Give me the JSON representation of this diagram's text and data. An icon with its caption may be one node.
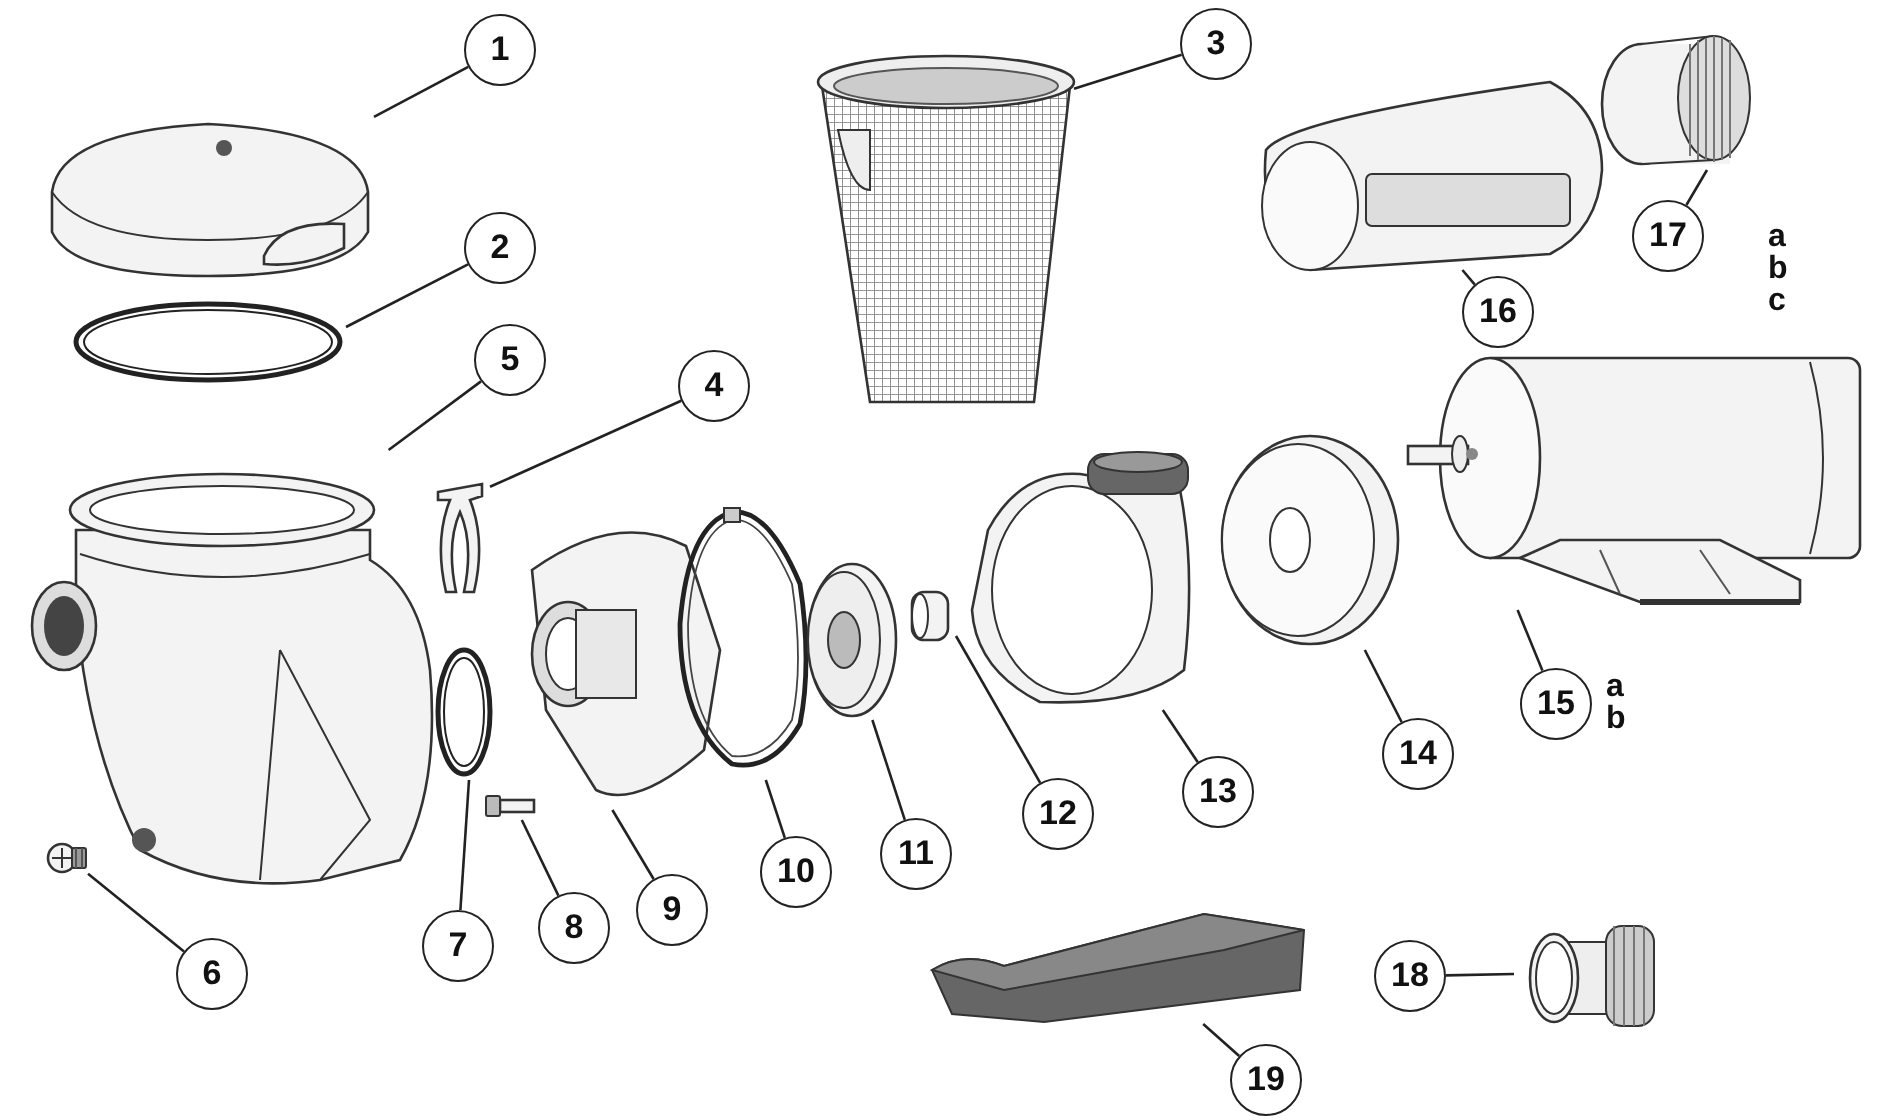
{
  "diagram": {
    "nodes": [
      {
        "text": [
          "1"
        ]
      },
      {
        "text": [
          "2"
        ]
      },
      {
        "text": [
          "3"
        ]
      },
      {
        "text": [
          "4"
        ]
      },
      {
        "text": [
          "5"
        ]
      },
      {
        "text": [
          "6"
        ]
      },
      {
        "text": [
          "7"
        ]
      },
      {
        "text": [
          "8"
        ]
      },
      {
        "text": [
          "9"
        ]
      },
      {
        "text": [
          "10"
        ]
      },
      {
        "text": [
          "11"
        ]
      },
      {
        "text": [
          "12"
        ]
      },
      {
        "text": [
          "13"
        ]
      },
      {
        "text": [
          "14"
        ]
      },
      {
        "text": [
          "15"
        ],
        "beside": [
          "a",
          "b"
        ]
      },
      {
        "text": [
          "16"
        ]
      },
      {
        "text": [
          "17"
        ],
        "beside": [
          "a",
          "b",
          "c"
        ]
      },
      {
        "text": [
          "18"
        ]
      },
      {
        "text": [
          "19"
        ]
      },
      {
        "text": [],
        "shape": "picture"
      },
      {
        "text": [],
        "shape": "picture"
      },
      {
        "text": [],
        "shape": "picture"
      },
      {
        "text": [],
        "shape": "picture"
      },
      {
        "text": [],
        "shape": "picture"
      },
      {
        "text": [],
        "shape": "picture"
      },
      {
        "text": [],
        "shape": "picture"
      },
      {
        "text": [],
        "shape": "picture"
      },
      {
        "text": [],
        "shape": "picture"
      },
      {
        "text": [],
        "shape": "picture"
      },
      {
        "text": [],
        "shape": "picture"
      },
      {
        "text": [],
        "shape": "picture"
      },
      {
        "text": [],
        "shape": "picture"
      },
      {
        "text": [],
        "shape": "picture"
      },
      {
        "text": [],
        "shape": "picture"
      },
      {
        "text": [],
        "shape": "picture"
      },
      {
        "text": [],
        "shape": "picture"
      },
      {
        "text": [],
        "shape": "picture"
      },
      {
        "text": [],
        "shape": "picture"
      }
    ],
    "edges": [
      {
        "from": 0,
        "to": 19,
        "arrow": "none"
      },
      {
        "from": 1,
        "to": 20,
        "arrow": "none"
      },
      {
        "from": 2,
        "to": 21,
        "arrow": "none"
      },
      {
        "from": 3,
        "to": 22,
        "arrow": "none"
      },
      {
        "from": 4,
        "to": 23,
        "arrow": "none"
      },
      {
        "from": 5,
        "to": 24,
        "arrow": "none"
      },
      {
        "from": 6,
        "to": 25,
        "arrow": "none"
      },
      {
        "from": 7,
        "to": 26,
        "arrow": "none"
      },
      {
        "from": 8,
        "to": 27,
        "arrow": "none"
      },
      {
        "from": 9,
        "to": 28,
        "arrow": "none"
      },
      {
        "from": 10,
        "to": 29,
        "arrow": "none"
      },
      {
        "from": 11,
        "to": 30,
        "arrow": "none"
      },
      {
        "from": 12,
        "to": 31,
        "arrow": "none"
      },
      {
        "from": 13,
        "to": 32,
        "arrow": "none"
      },
      {
        "from": 14,
        "to": 33,
        "arrow": "none"
      },
      {
        "from": 15,
        "to": 34,
        "arrow": "none"
      },
      {
        "from": 16,
        "to": 35,
        "arrow": "none"
      },
      {
        "from": 17,
        "to": 36,
        "arrow": "none"
      },
      {
        "from": 18,
        "to": 37,
        "arrow": "none"
      }
    ]
  }
}
